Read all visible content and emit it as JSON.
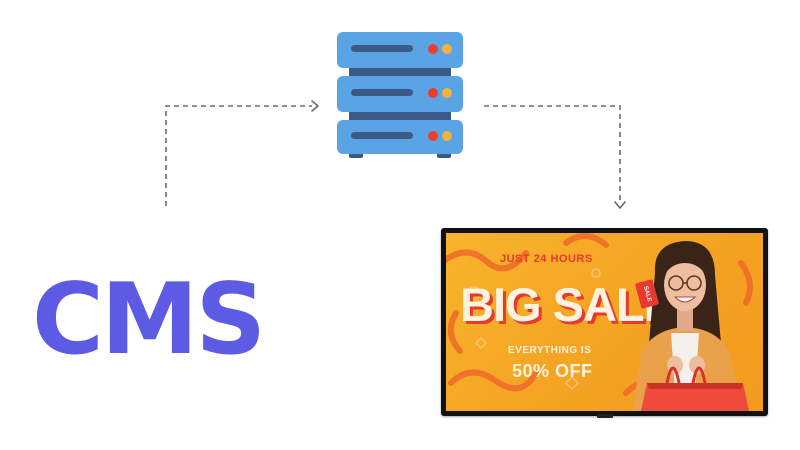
{
  "cms": {
    "label": "CMS"
  },
  "promo": {
    "top_line": "JUST 24 HOURS",
    "headline": "BIG SALE",
    "subline": "EVERYTHING IS",
    "discount": "50% OFF",
    "tag": "SALE"
  },
  "colors": {
    "cms_purple": "#5d5be3",
    "server_blue": "#5aa4e6",
    "server_dark": "#3c5a86",
    "led_red": "#e8402d",
    "led_yellow": "#f2b33c",
    "promo_orange": "#f5a524",
    "promo_red": "#e8392f"
  },
  "icons": {
    "server": "server-rack-icon",
    "arrow_up_right": "dashed-arrow-right",
    "arrow_down": "dashed-arrow-down"
  }
}
